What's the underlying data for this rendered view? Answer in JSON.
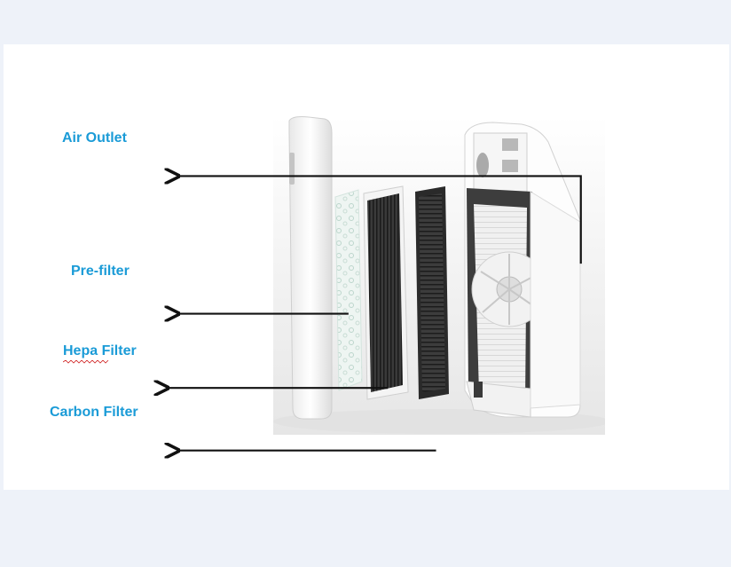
{
  "labels": {
    "air_outlet": "Air Outlet",
    "pre_filter": "Pre-filter",
    "hepa_filter": "Hepa Filter",
    "carbon_filter": "Carbon Filter"
  },
  "colors": {
    "label": "#1a9bd7",
    "arrow": "#111111",
    "background": "#eef2f9",
    "slide": "#ffffff"
  }
}
